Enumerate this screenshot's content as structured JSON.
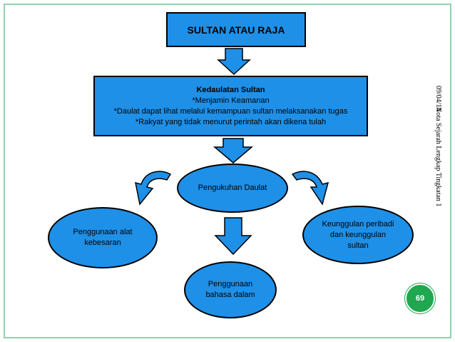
{
  "title": "SULTAN ATAU RAJA",
  "kedaulatan": {
    "heading": "Kedaulatan Sultan",
    "line1": "*Menjamin Keamanan",
    "line2": "*Daulat dapat lihat melalui kemampuan sultan melaksanakan tugas",
    "line3": "*Rakyat yang tidak menurut perintah akan dikena tulah"
  },
  "center": "Pengukuhan Daulat",
  "left": {
    "line1": "Penggunaan alat",
    "line2": "kebesaran"
  },
  "right": {
    "line1": "Keunggulan peribadi",
    "line2": "dan keunggulan",
    "line3": "sultan"
  },
  "bottom": {
    "line1": "Penggunaan",
    "line2": "bahasa dalam"
  },
  "side": {
    "date": "09/04/14",
    "course": "Nota Sejarah Lengkap Tingkatan 1"
  },
  "page_number": "69",
  "colors": {
    "box_fill": "#1e90e8",
    "page_badge": "#1fa84f",
    "frame": "#8fd3b0"
  }
}
